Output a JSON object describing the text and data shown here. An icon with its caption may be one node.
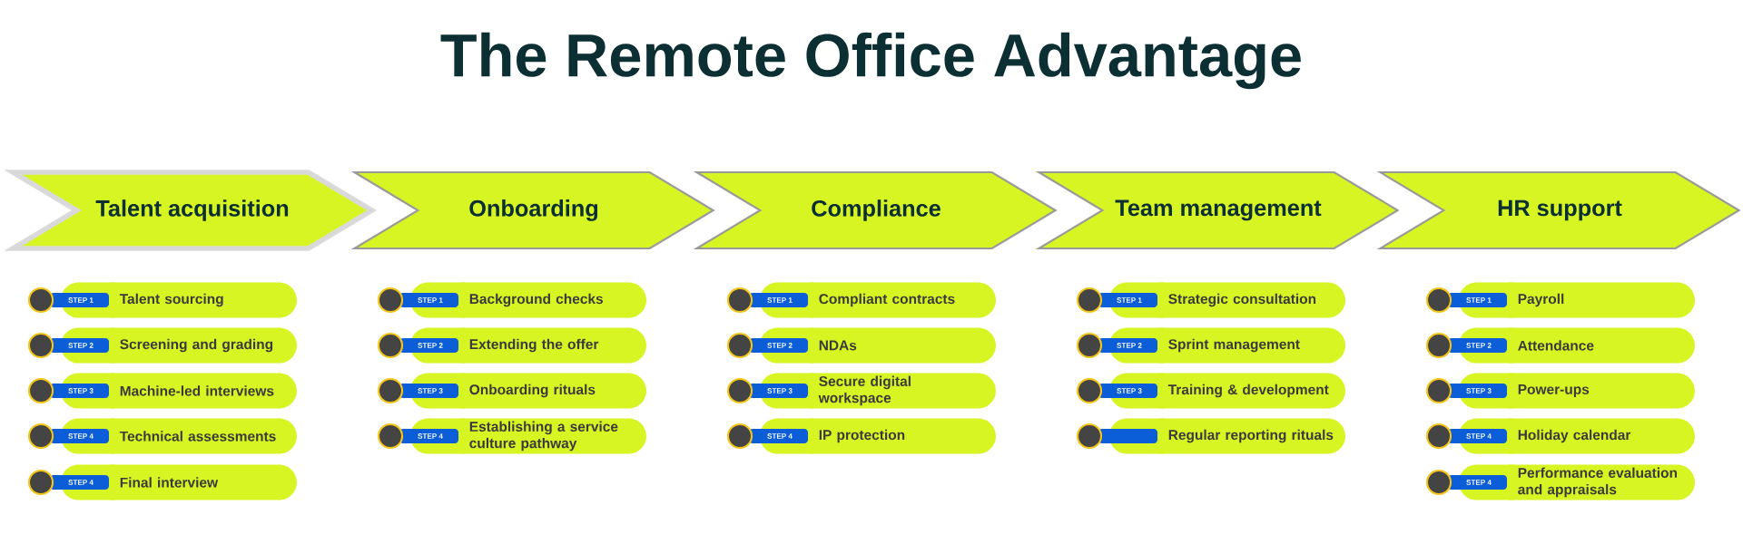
{
  "diagram": {
    "title": "The Remote Office Advantage",
    "nodes": [
      {
        "text": [
          "Talent acquisition"
        ]
      },
      {
        "text": [
          "Talent sourcing"
        ],
        "beside": [
          "STEP 1"
        ]
      },
      {
        "text": [
          "Screening and grading"
        ],
        "beside": [
          "STEP 2"
        ]
      },
      {
        "text": [
          "Machine-led interviews"
        ],
        "beside": [
          "STEP 3"
        ]
      },
      {
        "text": [
          "Technical assessments"
        ],
        "beside": [
          "STEP 4"
        ]
      },
      {
        "text": [
          "Final interview"
        ],
        "beside": [
          "STEP 4"
        ]
      },
      {
        "text": [
          "Onboarding"
        ]
      },
      {
        "text": [
          "Background checks"
        ],
        "beside": [
          "STEP 1"
        ]
      },
      {
        "text": [
          "Extending the offer"
        ],
        "beside": [
          "STEP 2"
        ]
      },
      {
        "text": [
          "Onboarding rituals"
        ],
        "beside": [
          "STEP 3"
        ]
      },
      {
        "text": [
          "Establishing a service culture pathway"
        ],
        "beside": [
          "STEP 4"
        ]
      },
      {
        "text": [
          "Compliance"
        ]
      },
      {
        "text": [
          "Compliant contracts"
        ],
        "beside": [
          "STEP 1"
        ]
      },
      {
        "text": [
          "NDAs"
        ],
        "beside": [
          "STEP 2"
        ]
      },
      {
        "text": [
          "Secure digital workspace"
        ],
        "beside": [
          "STEP 3"
        ]
      },
      {
        "text": [
          "IP protection"
        ],
        "beside": [
          "STEP 4"
        ]
      },
      {
        "text": [
          "Team management"
        ]
      },
      {
        "text": [
          "Strategic consultation"
        ],
        "beside": [
          "STEP 1"
        ]
      },
      {
        "text": [
          "Sprint management"
        ],
        "beside": [
          "STEP 2"
        ]
      },
      {
        "text": [
          "Training & development"
        ],
        "beside": [
          "STEP 3"
        ]
      },
      {
        "text": [
          "Regular reporting rituals"
        ]
      },
      {
        "text": [
          "HR support"
        ]
      },
      {
        "text": [
          "Payroll"
        ],
        "beside": [
          "STEP 1"
        ]
      },
      {
        "text": [
          "Attendance"
        ],
        "beside": [
          "STEP 2"
        ]
      },
      {
        "text": [
          "Power-ups"
        ],
        "beside": [
          "STEP 3"
        ]
      },
      {
        "text": [
          "Holiday calendar"
        ],
        "beside": [
          "STEP 4"
        ]
      },
      {
        "text": [
          "Performance evaluation and appraisals"
        ],
        "beside": [
          "STEP 4"
        ]
      }
    ]
  }
}
